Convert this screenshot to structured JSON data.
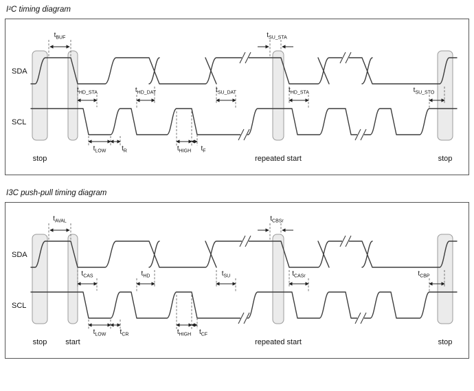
{
  "t_symbol": "t",
  "colors": {
    "line": "#3c3c3c",
    "bar_fill": "#ebebeb",
    "bar_stroke": "#9b9b9b"
  },
  "page": {
    "title_i2c": "I²C timing diagram",
    "title_i3c": "I3C push-pull timing diagram"
  },
  "d1": {
    "sda_label": "SDA",
    "scl_label": "SCL",
    "ann": {
      "top1": "BUF",
      "top2": "SU_STA",
      "mid1": "HD_STA",
      "mid2": "HD_DAT",
      "mid3": "SU_DAT",
      "mid4": "HD_STA",
      "mid5": "SU_STO",
      "bot1": "LOW",
      "bot2": "R",
      "bot3": "HIGH",
      "bot4": "F"
    },
    "regions": [
      "stop",
      "",
      "repeated start",
      "stop"
    ]
  },
  "d2": {
    "sda_label": "SDA",
    "scl_label": "SCL",
    "ann": {
      "top1": "AVAL",
      "top2": "CBSr",
      "mid1": "CAS",
      "mid2": "HD",
      "mid3": "SU",
      "mid4": "CASr",
      "mid5": "CBP",
      "bot1": "LOW",
      "bot2": "CR",
      "bot3": "HIGH",
      "bot4": "CF"
    },
    "regions": [
      "stop",
      "start",
      "repeated start",
      "stop"
    ]
  }
}
